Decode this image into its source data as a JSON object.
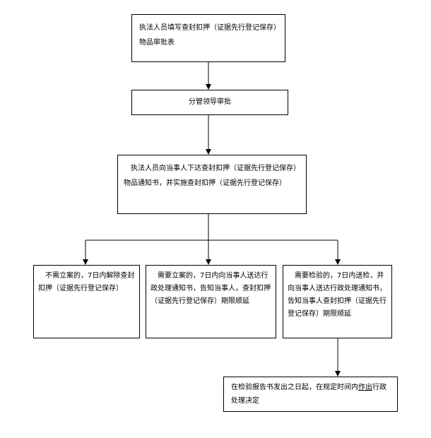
{
  "steps": {
    "fill_form": {
      "text": "执法人员填写查封扣押（证据先行登记保存）物品审批表"
    },
    "leader_approval": {
      "text": "分管领导审批"
    },
    "issue_notice": {
      "text": "执法人员向当事人下达查封扣押（证据先行登记保存）物品通知书，并实施查封扣押（证据先行登记保存）"
    },
    "branch_release": {
      "text": "不需立案的，7日内解除查封扣押（证据先行登记保存）"
    },
    "branch_case": {
      "text": "需要立案的，7日内向当事人送达行政处理通知书，告知当事人，查封扣押（证据先行登记保存）期限顺延"
    },
    "branch_inspect": {
      "text": "需要检验的，7日内送检，并向当事人送达行政处理通知书，告知当事人查封扣押（证据先行登记保存）期限顺延"
    },
    "final_decision": {
      "text_before": "在检验报告书发出之日起，在规定时间内",
      "text_underlined": "作出",
      "text_after": "行政处理决定"
    }
  },
  "colors": {
    "line": "#000000",
    "box_border": "#000000",
    "background": "#ffffff"
  }
}
